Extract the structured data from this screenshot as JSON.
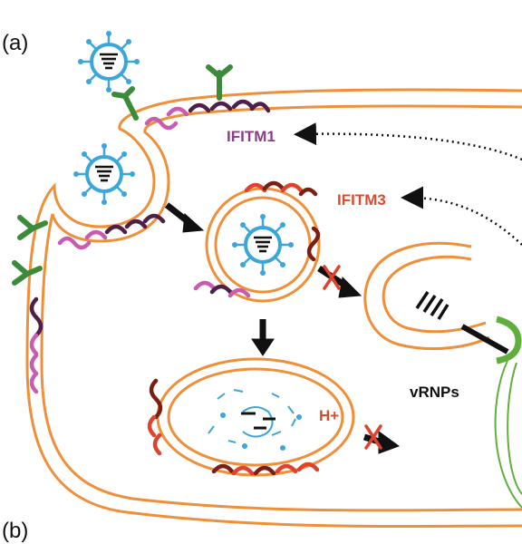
{
  "panel_labels": {
    "a": "(a)",
    "b": "(b)"
  },
  "labels": {
    "ifitm1": "IFITM1",
    "ifitm3": "IFITM3",
    "h_plus": "H+",
    "vrnps": "vRNPs"
  },
  "colors": {
    "membrane": "#ef8f3a",
    "virus": "#3aa6dc",
    "receptor": "#3c8b3a",
    "ifitm1_light": "#c75cb1",
    "ifitm1_dark": "#4e1f47",
    "ifitm3_red": "#e0432c",
    "ifitm3_dark": "#7a1f12",
    "ifitm1_text": "#8e3c8a",
    "ifitm3_text": "#dc4b2e",
    "h_plus_text": "#dc4b2e",
    "arrow": "#111111",
    "block_x": "#e0432c",
    "nucleus_pore": "#5fae3e"
  }
}
